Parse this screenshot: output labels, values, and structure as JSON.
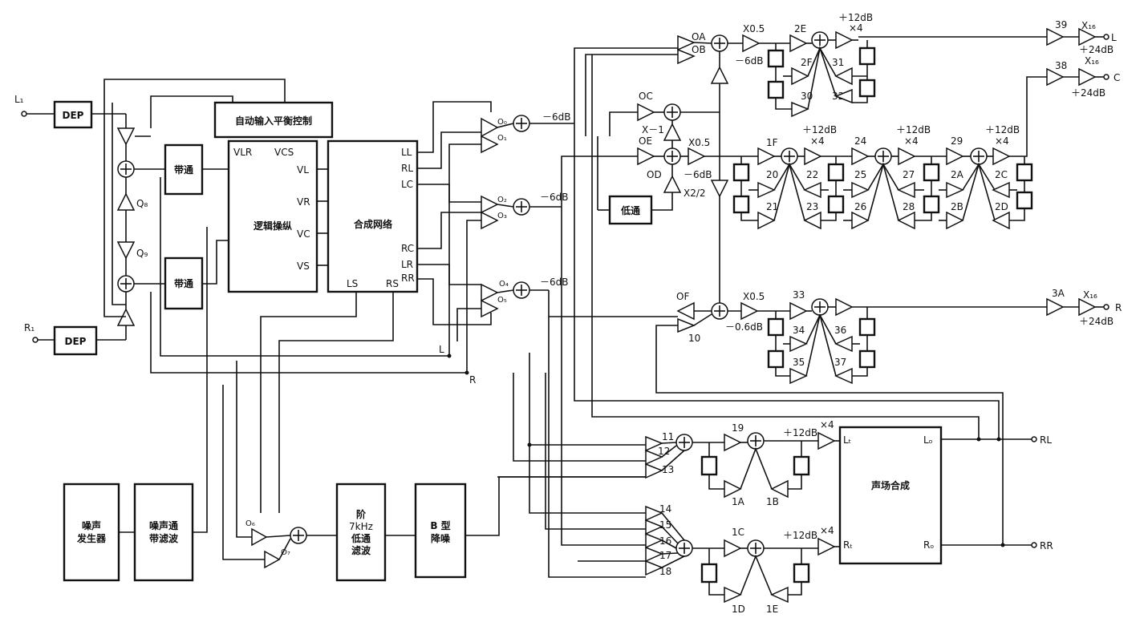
{
  "labels": {
    "in_l": "L₁",
    "in_r": "R₁",
    "dep": "DEP",
    "auto_balance": "自动输入平衡控制",
    "bandpass": "带通",
    "logic": "逻辑操纵",
    "vlr": "VLR",
    "vcs": "VCS",
    "vl": "VL",
    "vr": "VR",
    "vc": "VC",
    "vs": "VS",
    "matrix": "合成网络",
    "ll": "LL",
    "rl": "RL",
    "lc": "LC",
    "rc": "RC",
    "lr": "LR",
    "rr": "RR",
    "ls": "LS",
    "rs": "RS",
    "q8": "Q₈",
    "q9": "Q₉",
    "o0": "O₀",
    "o1": "O₁",
    "o2": "O₂",
    "o3": "O₃",
    "o4": "O₄",
    "o5": "O₅",
    "o6": "O₆",
    "o7": "O₇",
    "minus6db": "－6dB",
    "node_l": "L",
    "node_r": "R",
    "noise_gen": "噪声\n发生器",
    "noise_bp": "噪声通\n带滤波",
    "lpf7k": "阶\n7kHz\n低通\n滤波",
    "btype": "B 型\n降噪",
    "oa": "OA",
    "ob": "OB",
    "oc": "OC",
    "od": "OD",
    "oe": "OE",
    "of": "OF",
    "x05": "X0.5",
    "x_1": "X－1",
    "x22": "X2/2",
    "lowpass": "低通",
    "n10": "10",
    "m6db": "－6dB",
    "m06db": "－0.6dB",
    "p12db": "＋12dB",
    "x4": "×4",
    "x16": "X₁₆",
    "p24db": "＋24dB",
    "out_l": "L",
    "out_c": "C",
    "out_r": "R",
    "out_rl": "RL",
    "out_rr": "RR",
    "sound_field": "声场合成",
    "lt": "Lₜ",
    "rt": "Rₜ",
    "lo": "Lₒ",
    "ro": "Rₒ",
    "a2E": "2E",
    "a2F": "2F",
    "a30": "30",
    "a31": "31",
    "a32": "32",
    "a39": "39",
    "a38": "38",
    "a1F": "1F",
    "a20": "20",
    "a21": "21",
    "a22": "22",
    "a23": "23",
    "a24": "24",
    "a25": "25",
    "a26": "26",
    "a27": "27",
    "a28": "28",
    "a29": "29",
    "a2A": "2A",
    "a2B": "2B",
    "a2C": "2C",
    "a2D": "2D",
    "a33": "33",
    "a34": "34",
    "a35": "35",
    "a36": "36",
    "a37": "37",
    "a3A": "3A",
    "a11": "11",
    "a12": "12",
    "a13": "13",
    "a14": "14",
    "a15": "15",
    "a16": "16",
    "a17": "17",
    "a18": "18",
    "a19": "19",
    "a1A": "1A",
    "a1B": "1B",
    "a1C": "1C",
    "a1D": "1D",
    "a1E": "1E"
  }
}
